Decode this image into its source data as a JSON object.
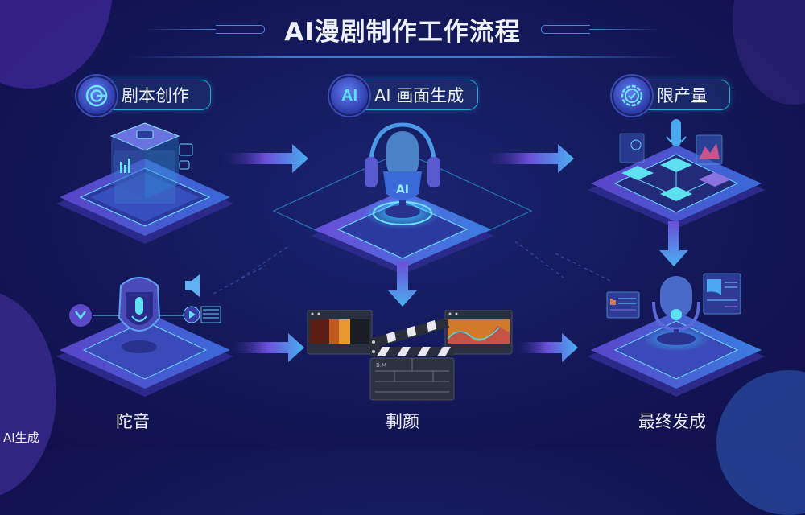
{
  "header": {
    "title": "AI漫剧制作工作流程"
  },
  "steps": [
    {
      "id": "script",
      "label": "剧本创作",
      "badge_icon": "target-icon",
      "illustration": "hologram-cube-platform"
    },
    {
      "id": "image",
      "label": "AI 画面生成",
      "badge_text": "AI",
      "badge_icon": "ai-badge-icon",
      "illustration": "ai-microphone-headphones-platform"
    },
    {
      "id": "volume",
      "label": "限产量",
      "badge_icon": "check-gear-icon",
      "illustration": "node-network-platform"
    },
    {
      "id": "audio",
      "label": "陀音",
      "illustration": "shield-microphone-platform"
    },
    {
      "id": "edit",
      "label": "剚颜",
      "illustration": "clapperboard-video-panels"
    },
    {
      "id": "final",
      "label": "最终发成",
      "illustration": "microphone-dashboard-platform"
    }
  ],
  "flow": [
    {
      "from": "script",
      "to": "image",
      "direction": "right"
    },
    {
      "from": "image",
      "to": "volume",
      "direction": "right"
    },
    {
      "from": "image",
      "to": "edit",
      "direction": "down"
    },
    {
      "from": "volume",
      "to": "final",
      "direction": "down"
    },
    {
      "from": "audio",
      "to": "edit",
      "direction": "right"
    },
    {
      "from": "edit",
      "to": "final",
      "direction": "right"
    }
  ],
  "clapperboard": {
    "slate_text": "B.M"
  },
  "footer": {
    "watermark": "AI生成"
  },
  "colors": {
    "background": "#141a5c",
    "accent_cyan": "#2fa4d8",
    "accent_purple": "#5b4ed0",
    "text": "#eef1f8"
  }
}
